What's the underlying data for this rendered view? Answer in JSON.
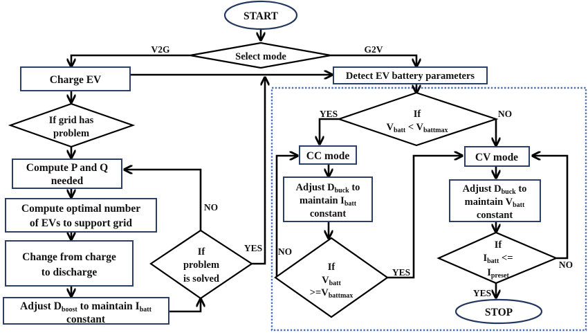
{
  "diagram": {
    "type": "flowchart",
    "colors": {
      "box_border": "#2b3f66",
      "line": "#000000",
      "dashed_group": "#4a6fb5"
    },
    "nodes": {
      "start": "START",
      "select_mode": "Select mode",
      "charge_ev": "Charge EV",
      "detect": "Detect EV battery parameters",
      "grid_problem": [
        "If grid has",
        "problem"
      ],
      "compute_pq": [
        "Compute P and Q",
        "needed"
      ],
      "compute_opt": [
        "Compute optimal number",
        "of EVs to support grid"
      ],
      "change": [
        "Change from charge",
        "to discharge"
      ],
      "adjust_boost": {
        "pre": "Adjust D",
        "sub1": "boost",
        "mid": " to maintain I",
        "sub2": "batt",
        "line2": "constant"
      },
      "problem_solved": [
        "If",
        "problem",
        "is solved"
      ],
      "vbatt_check": {
        "line1": "If",
        "v1": "V",
        "s1": "batt",
        "op": " < V",
        "s2": "battmax"
      },
      "cc_mode": "CC mode",
      "cv_mode": "CV mode",
      "adjust_buck_i": {
        "pre": "Adjust D",
        "sub1": "buck",
        "post": " to",
        "l2pre": "maintain I",
        "sub2": "batt",
        "line3": "constant"
      },
      "adjust_buck_v": {
        "pre": "Adjust D",
        "sub1": "buck",
        "post": " to",
        "l2pre": "maintain V",
        "sub2": "batt",
        "line3": "constant"
      },
      "vbatt_ge": {
        "line1": "If",
        "v1": "V",
        "s1": "batt",
        "l3pre": ">=V",
        "s2": "battmax"
      },
      "ibatt_check": {
        "line1": "If",
        "i1": "I",
        "s1": "batt",
        "op": " <=",
        "i2": "I",
        "s2": "preset"
      },
      "stop": "STOP"
    },
    "edge_labels": {
      "v2g": "V2G",
      "g2v": "G2V",
      "no_problem": "NO",
      "yes_problem": "YES",
      "yes_vbatt": "YES",
      "no_vbatt": "NO",
      "no_ge": "NO",
      "yes_ge": "YES",
      "no_ibatt": "NO",
      "yes_ibatt": "YES"
    }
  }
}
